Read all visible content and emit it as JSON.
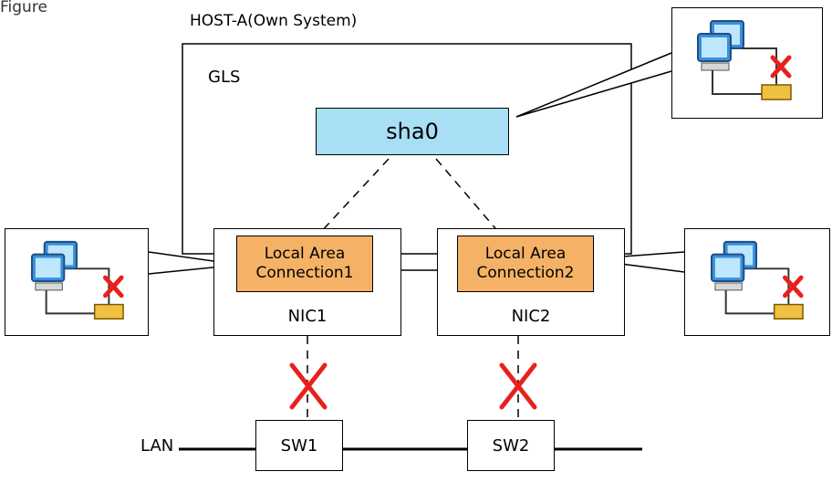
{
  "caption": "Figure",
  "host": {
    "label": "HOST-A(Own System)"
  },
  "gls": {
    "label": "GLS"
  },
  "virtual_interface": {
    "label": "sha0"
  },
  "nics": [
    {
      "connection_line1": "Local Area",
      "connection_line2": "Connection1",
      "label": "NIC1"
    },
    {
      "connection_line1": "Local Area",
      "connection_line2": "Connection2",
      "label": "NIC2"
    }
  ],
  "switches": [
    {
      "label": "SW1"
    },
    {
      "label": "SW2"
    }
  ],
  "lan": {
    "label": "LAN"
  },
  "callouts": [
    {
      "icon": "network-disconnected-icon",
      "status": "failed"
    },
    {
      "icon": "network-disconnected-icon",
      "status": "failed"
    },
    {
      "icon": "network-disconnected-icon",
      "status": "failed"
    }
  ],
  "colors": {
    "virtual_interface_fill": "#a8dff5",
    "connection_fill": "#f5b266",
    "fault_mark": "#e8201c"
  }
}
